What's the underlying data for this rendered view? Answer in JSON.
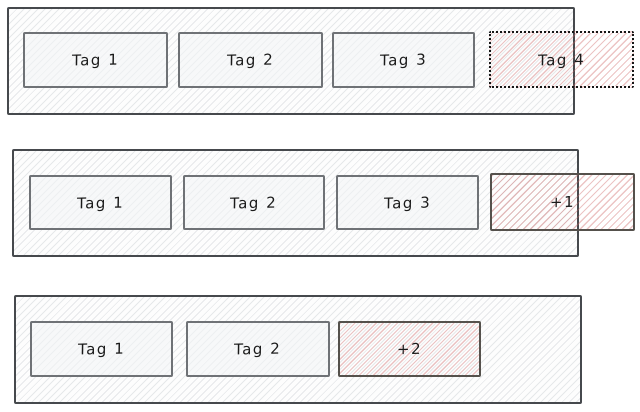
{
  "diagram": {
    "description": "hand-drawn tag overflow pattern diagram, three states",
    "rows": [
      {
        "name": "tags-overflowing-dotted",
        "tags": [
          {
            "label": "Tag 1",
            "variant": "normal"
          },
          {
            "label": "Tag 2",
            "variant": "normal"
          },
          {
            "label": "Tag 3",
            "variant": "normal"
          },
          {
            "label": "Tag 4",
            "variant": "overflow-dotted-pink"
          }
        ]
      },
      {
        "name": "tags-collapsed-overflowing",
        "tags": [
          {
            "label": "Tag 1",
            "variant": "normal"
          },
          {
            "label": "Tag 2",
            "variant": "normal"
          },
          {
            "label": "Tag 3",
            "variant": "normal"
          },
          {
            "label": "+1",
            "variant": "overflow-solid-pink"
          }
        ]
      },
      {
        "name": "tags-collapsed-fitting",
        "tags": [
          {
            "label": "Tag 1",
            "variant": "normal"
          },
          {
            "label": "Tag 2",
            "variant": "normal"
          },
          {
            "label": "+2",
            "variant": "overflow-solid-pink"
          }
        ]
      }
    ],
    "colors": {
      "background": "#ffffff",
      "container_border": "#46494d",
      "container_hatch": "#dde1e5",
      "tag_border": "#6f7276",
      "tag_fill": "#f7f8f9",
      "overflow_hatch": "#dba4a4",
      "overflow_border_dotted": "#161616",
      "overflow_border_solid": "#55514c",
      "text": "#1a1a1a"
    }
  }
}
